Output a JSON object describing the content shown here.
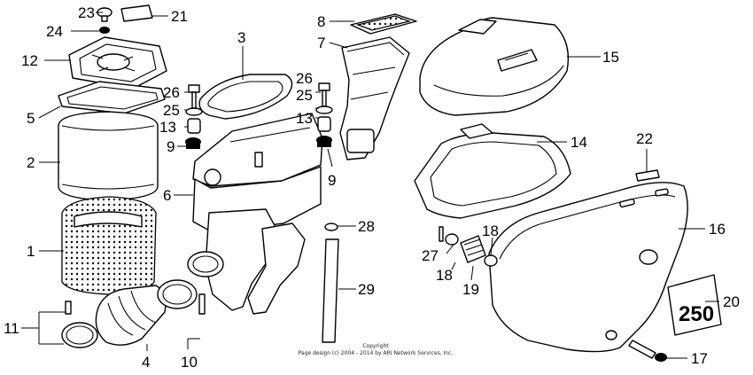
{
  "labels": {
    "p1": "1",
    "p2": "2",
    "p3": "3",
    "p4": "4",
    "p5": "5",
    "p6": "6",
    "p7": "7",
    "p8": "8",
    "p9a": "9",
    "p9b": "9",
    "p10": "10",
    "p11": "11",
    "p12": "12",
    "p13a": "13",
    "p13b": "13",
    "p14": "14",
    "p15": "15",
    "p16": "16",
    "p17": "17",
    "p18a": "18",
    "p18b": "18",
    "p19": "19",
    "p20": "20",
    "p21": "21",
    "p22": "22",
    "p23": "23",
    "p24": "24",
    "p25a": "25",
    "p25b": "25",
    "p26a": "26",
    "p26b": "26",
    "p27": "27",
    "p28": "28",
    "p29": "29"
  },
  "copyright": {
    "line1": "Copyright",
    "line2": "Page design (c) 2004 - 2014 by ARI Network Services, Inc."
  },
  "badge_text": "250"
}
